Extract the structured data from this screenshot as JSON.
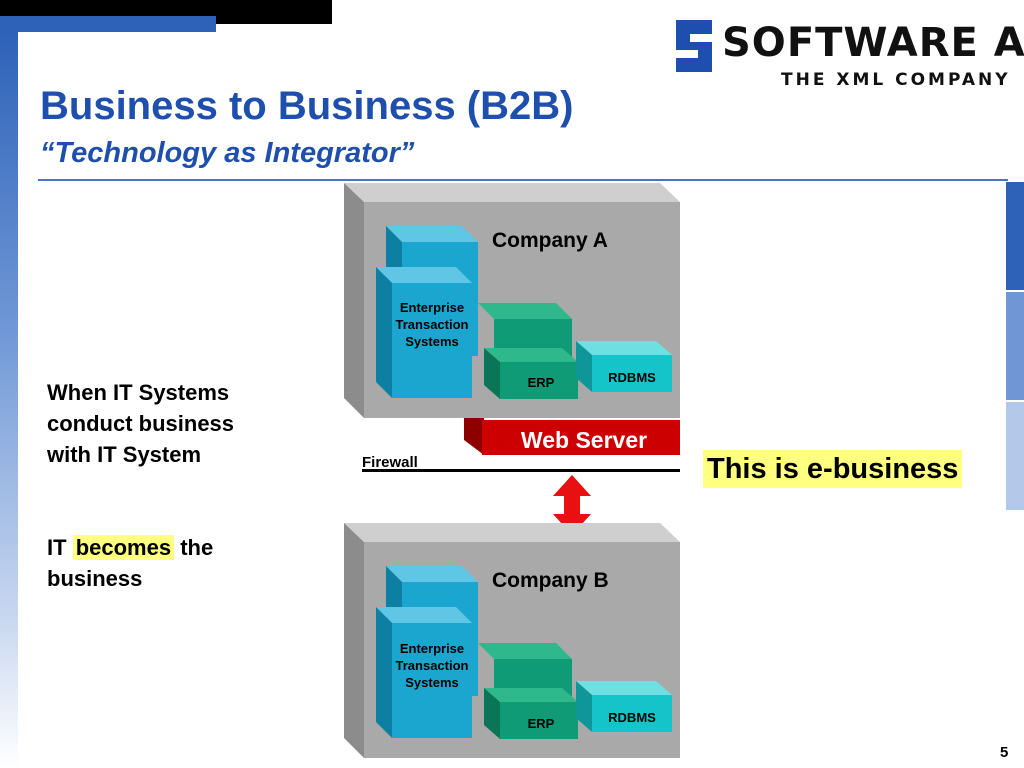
{
  "slide": {
    "title": "Business to Business (B2B)",
    "subtitle": "“Technology as Integrator”",
    "page_number": "5"
  },
  "logo": {
    "main": "SOFTWARE AG",
    "sub": "THE XML COMPANY"
  },
  "left_text": {
    "para1_line1": "When IT Systems",
    "para1_line2": "conduct business",
    "para1_line3": "with IT System",
    "para2_prefix": "IT",
    "para2_highlight": "becomes",
    "para2_suffix": "the",
    "para2_line2": "business"
  },
  "callout": "This is e-business",
  "diagram": {
    "company_a": {
      "label": "Company A",
      "ets_line1": "Enterprise",
      "ets_line2": "Transaction",
      "ets_line3": "Systems",
      "erp": "ERP",
      "rdbms": "RDBMS"
    },
    "web_server": "Web Server",
    "firewall": "Firewall",
    "company_b": {
      "label": "Company B",
      "ets_line1": "Enterprise",
      "ets_line2": "Transaction",
      "ets_line3": "Systems",
      "erp": "ERP",
      "rdbms": "RDBMS"
    }
  },
  "colors": {
    "brand_blue": "#1f4fae",
    "web_server_red": "#cc0000",
    "arrow_red": "#e81010",
    "highlight_yellow": "#ffff80",
    "ets_blue": "#1aa6cf",
    "erp_green": "#0f9b75",
    "rdbms_cyan": "#14c4c8",
    "panel_gray": "#a8a8a8"
  }
}
